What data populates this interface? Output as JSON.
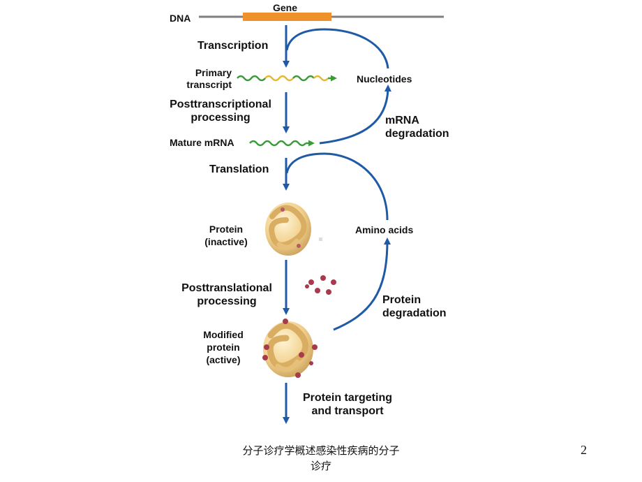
{
  "diagram": {
    "dna_label": "DNA",
    "gene_label": "Gene",
    "transcription": "Transcription",
    "primary_transcript": [
      "Primary",
      "transcript"
    ],
    "posttranscriptional": [
      "Posttranscriptional",
      "processing"
    ],
    "mature_mrna": "Mature mRNA",
    "nucleotides": "Nucleotides",
    "mrna_degradation": [
      "mRNA",
      "degradation"
    ],
    "translation": "Translation",
    "protein_inactive": [
      "Protein",
      "(inactive)"
    ],
    "amino_acids": "Amino acids",
    "posttranslational": [
      "Posttranslational",
      "processing"
    ],
    "modified_protein": [
      "Modified",
      "protein",
      "(active)"
    ],
    "protein_degradation": [
      "Protein",
      "degradation"
    ],
    "protein_targeting": [
      "Protein targeting",
      "and transport"
    ]
  },
  "footer": {
    "caption_line1": "分子诊疗学概述感染性疾病的分子",
    "caption_line2": "诊疗",
    "page_number": "2"
  },
  "colors": {
    "arrow": "#1f5aa6",
    "gene": "#f0922c",
    "dna_line": "#7f7f7f",
    "rna_green": "#3a9a3a",
    "rna_yellow": "#e7b82c",
    "protein_body": "#f2d28f",
    "modification": "#a83a4e"
  }
}
